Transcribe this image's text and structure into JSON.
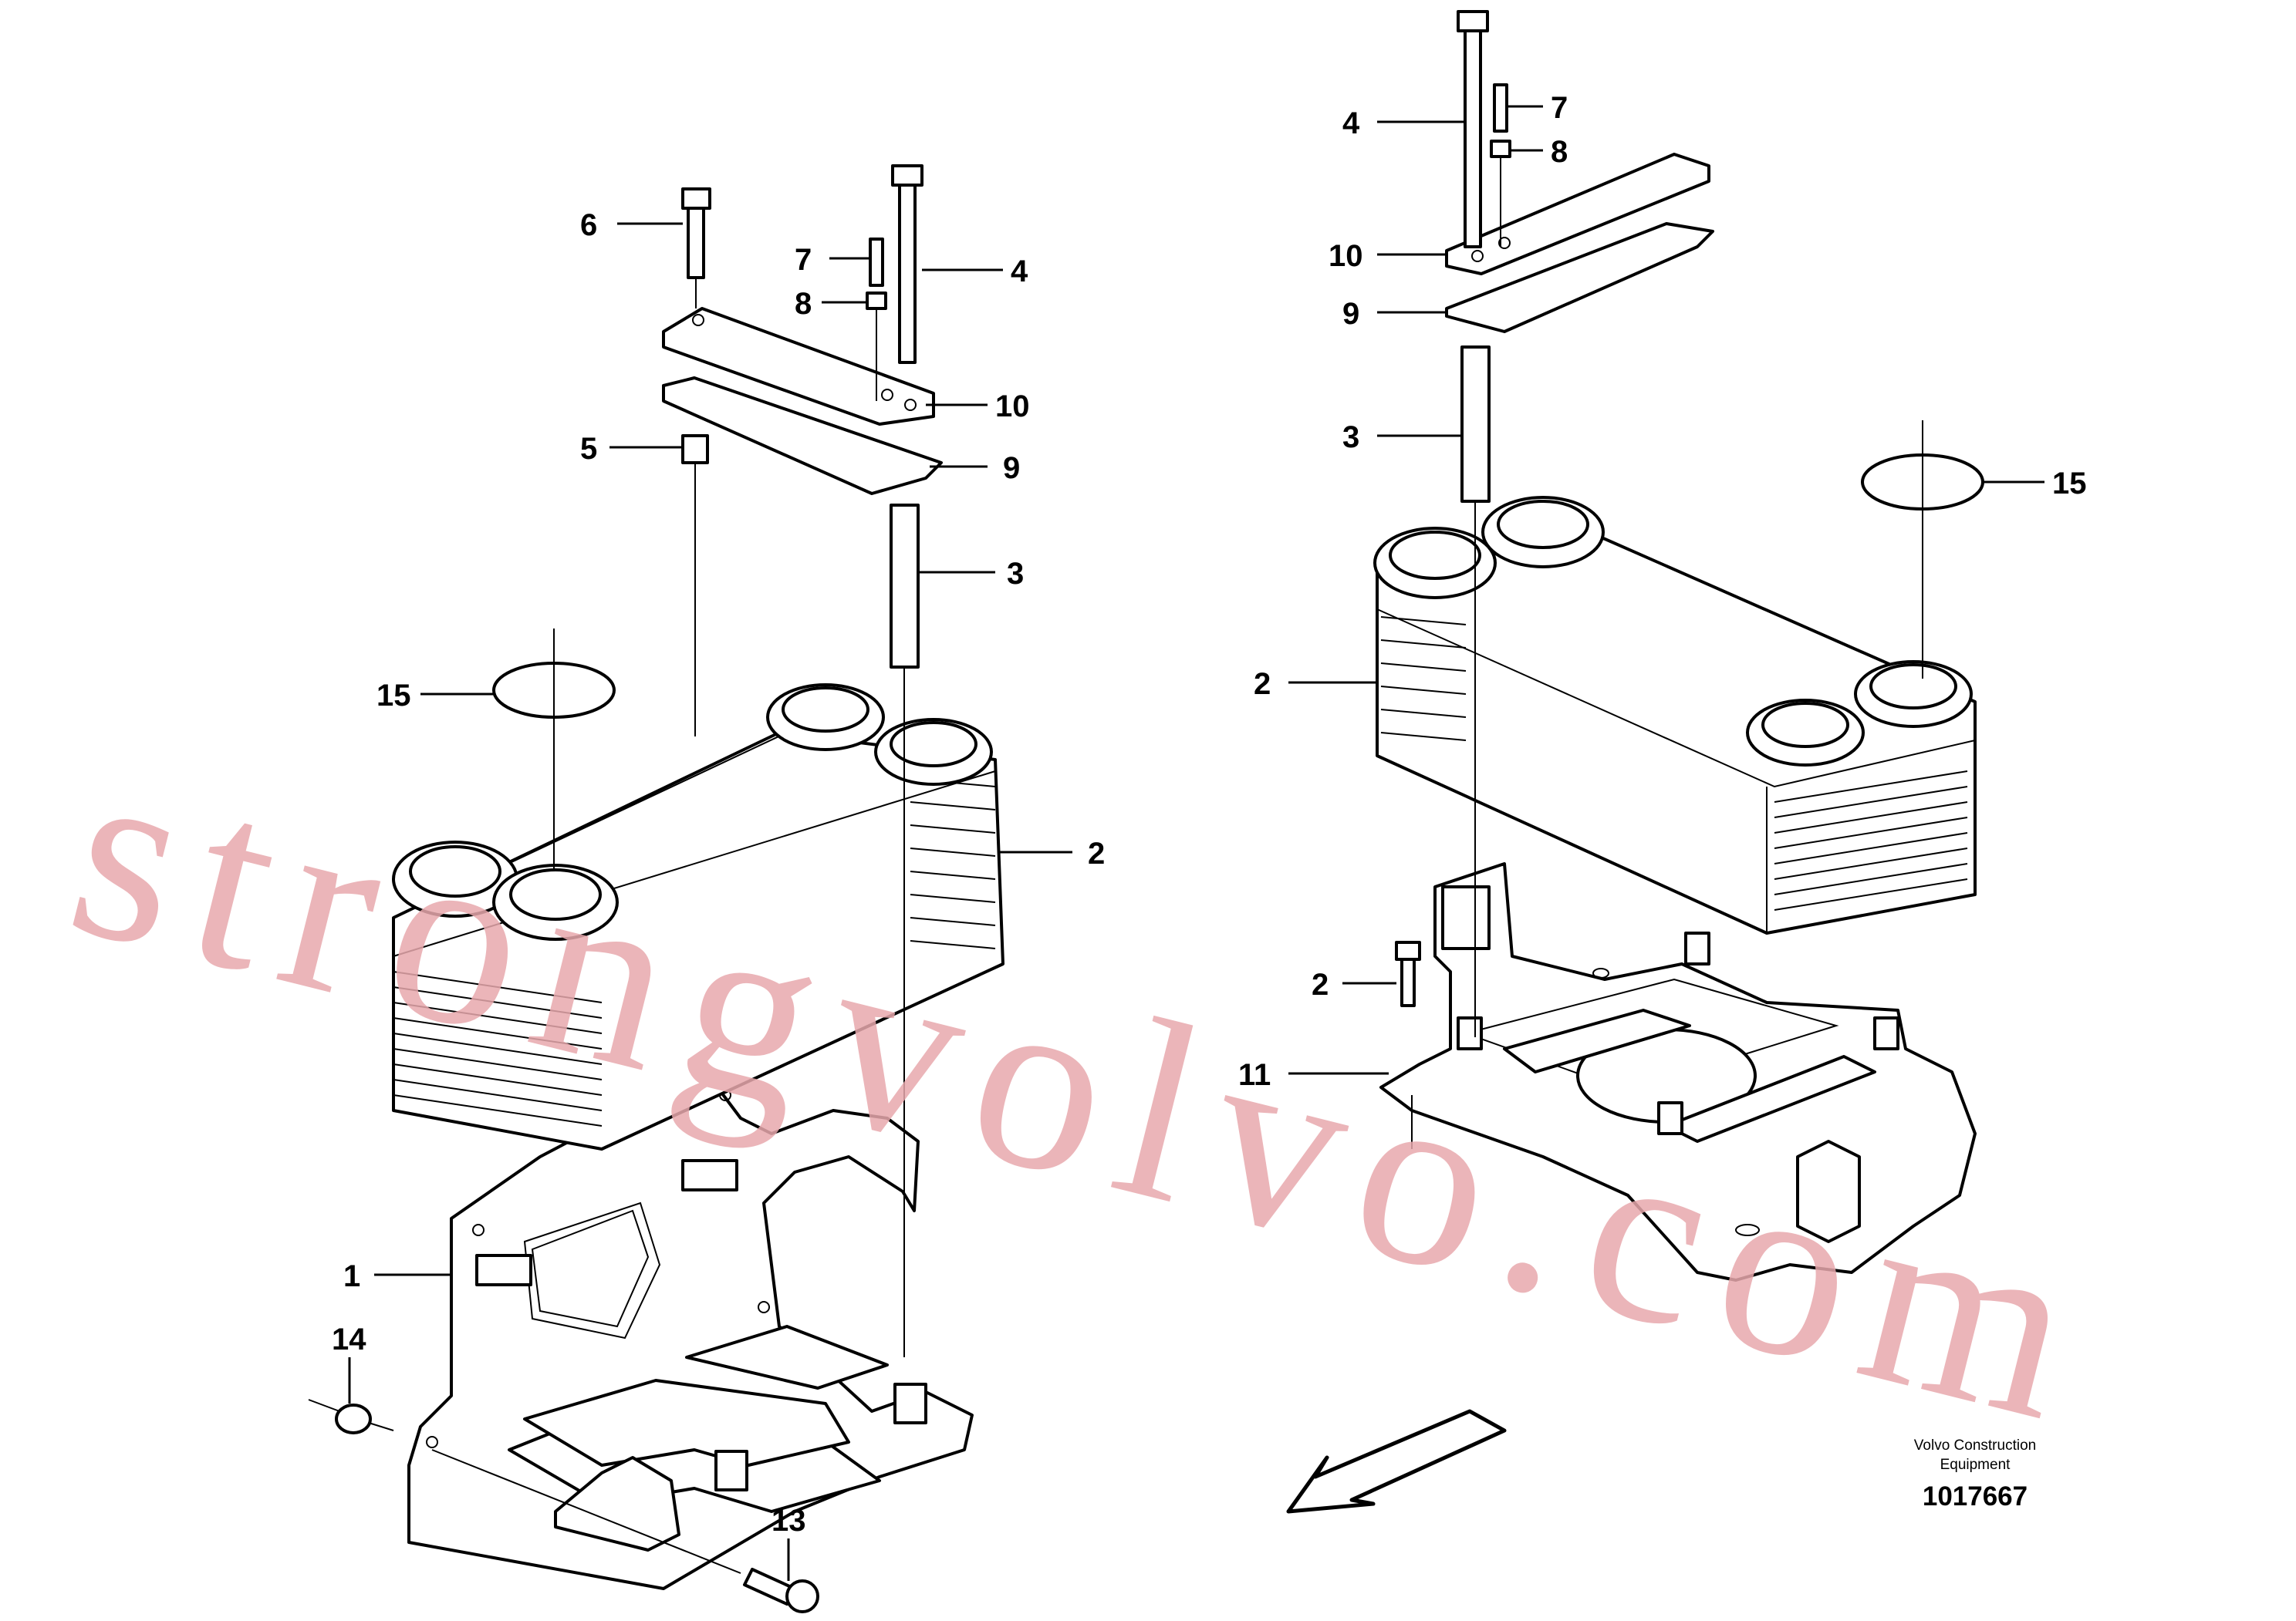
{
  "left_assembly": {
    "labels": {
      "l1": "1",
      "l2": "2",
      "l3": "3",
      "l4": "4",
      "l5": "5",
      "l6": "6",
      "l7": "7",
      "l8": "8",
      "l9": "9",
      "l10": "10",
      "l13": "13",
      "l14": "14",
      "l15": "15"
    }
  },
  "right_assembly": {
    "labels": {
      "l2a": "2",
      "l2b": "2",
      "l3": "3",
      "l4": "4",
      "l7": "7",
      "l8": "8",
      "l9": "9",
      "l10": "10",
      "l11": "11",
      "l15": "15"
    }
  },
  "footer": {
    "brand_line1": "Volvo Construction",
    "brand_line2": "Equipment",
    "drawing_number": "1017667"
  },
  "watermark": {
    "text": "strongvolvo.com"
  },
  "direction_arrow_icon": "arrow-left-down-icon"
}
